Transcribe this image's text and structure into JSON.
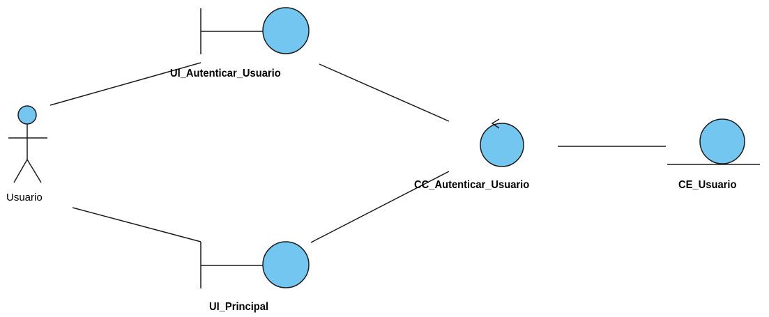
{
  "diagram": {
    "nodes": {
      "actor": {
        "label": "Usuario",
        "stereotype": "actor"
      },
      "ui_auth": {
        "label": "UI_Autenticar_Usuario",
        "stereotype": "boundary"
      },
      "ui_principal": {
        "label": "UI_Principal",
        "stereotype": "boundary"
      },
      "cc_auth": {
        "label": "CC_Autenticar_Usuario",
        "stereotype": "control"
      },
      "ce_usuario": {
        "label": "CE_Usuario",
        "stereotype": "entity"
      }
    },
    "links": [
      [
        "actor",
        "ui_auth"
      ],
      [
        "actor",
        "ui_principal"
      ],
      [
        "ui_auth",
        "cc_auth"
      ],
      [
        "ui_principal",
        "cc_auth"
      ],
      [
        "cc_auth",
        "ce_usuario"
      ]
    ],
    "colors": {
      "fill": "#72c6ef",
      "stroke": "#1b1b1b",
      "background": "#ffffff"
    }
  }
}
